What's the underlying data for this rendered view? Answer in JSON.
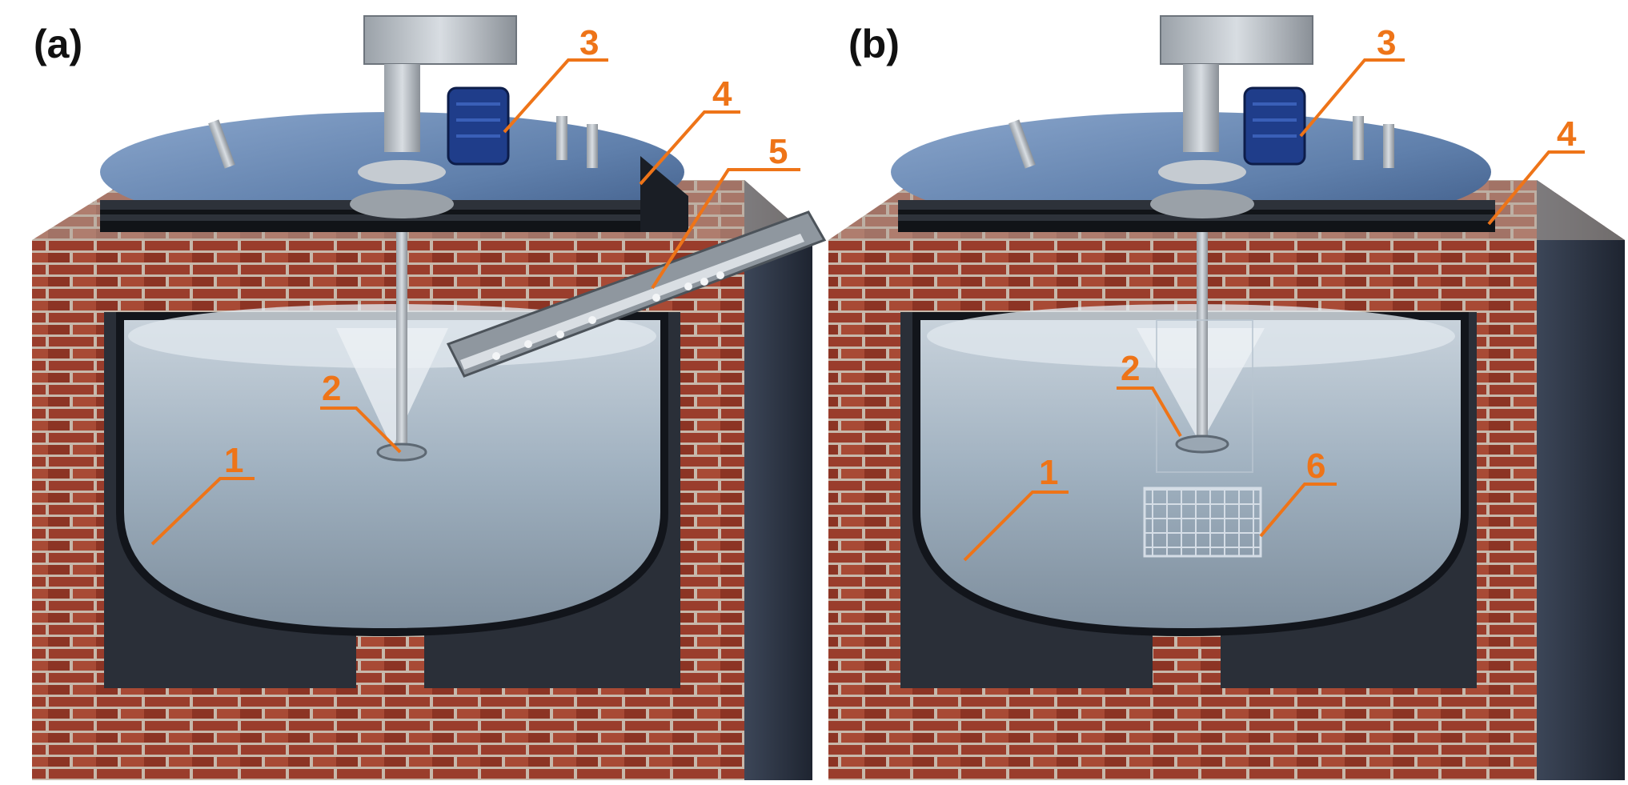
{
  "panels": [
    {
      "label": "(a)",
      "callouts": [
        "1",
        "2",
        "3",
        "4",
        "5"
      ]
    },
    {
      "label": "(b)",
      "callouts": [
        "1",
        "2",
        "3",
        "4",
        "6"
      ]
    }
  ],
  "colors": {
    "callout": "#ee7418",
    "brick": "#9a3d2c",
    "mortar": "#c7b8ab",
    "lid": "#6f8fb8",
    "liquid": "#a9b8c4",
    "motor": "#1f3d8a",
    "wall_side": "#2c3443"
  }
}
